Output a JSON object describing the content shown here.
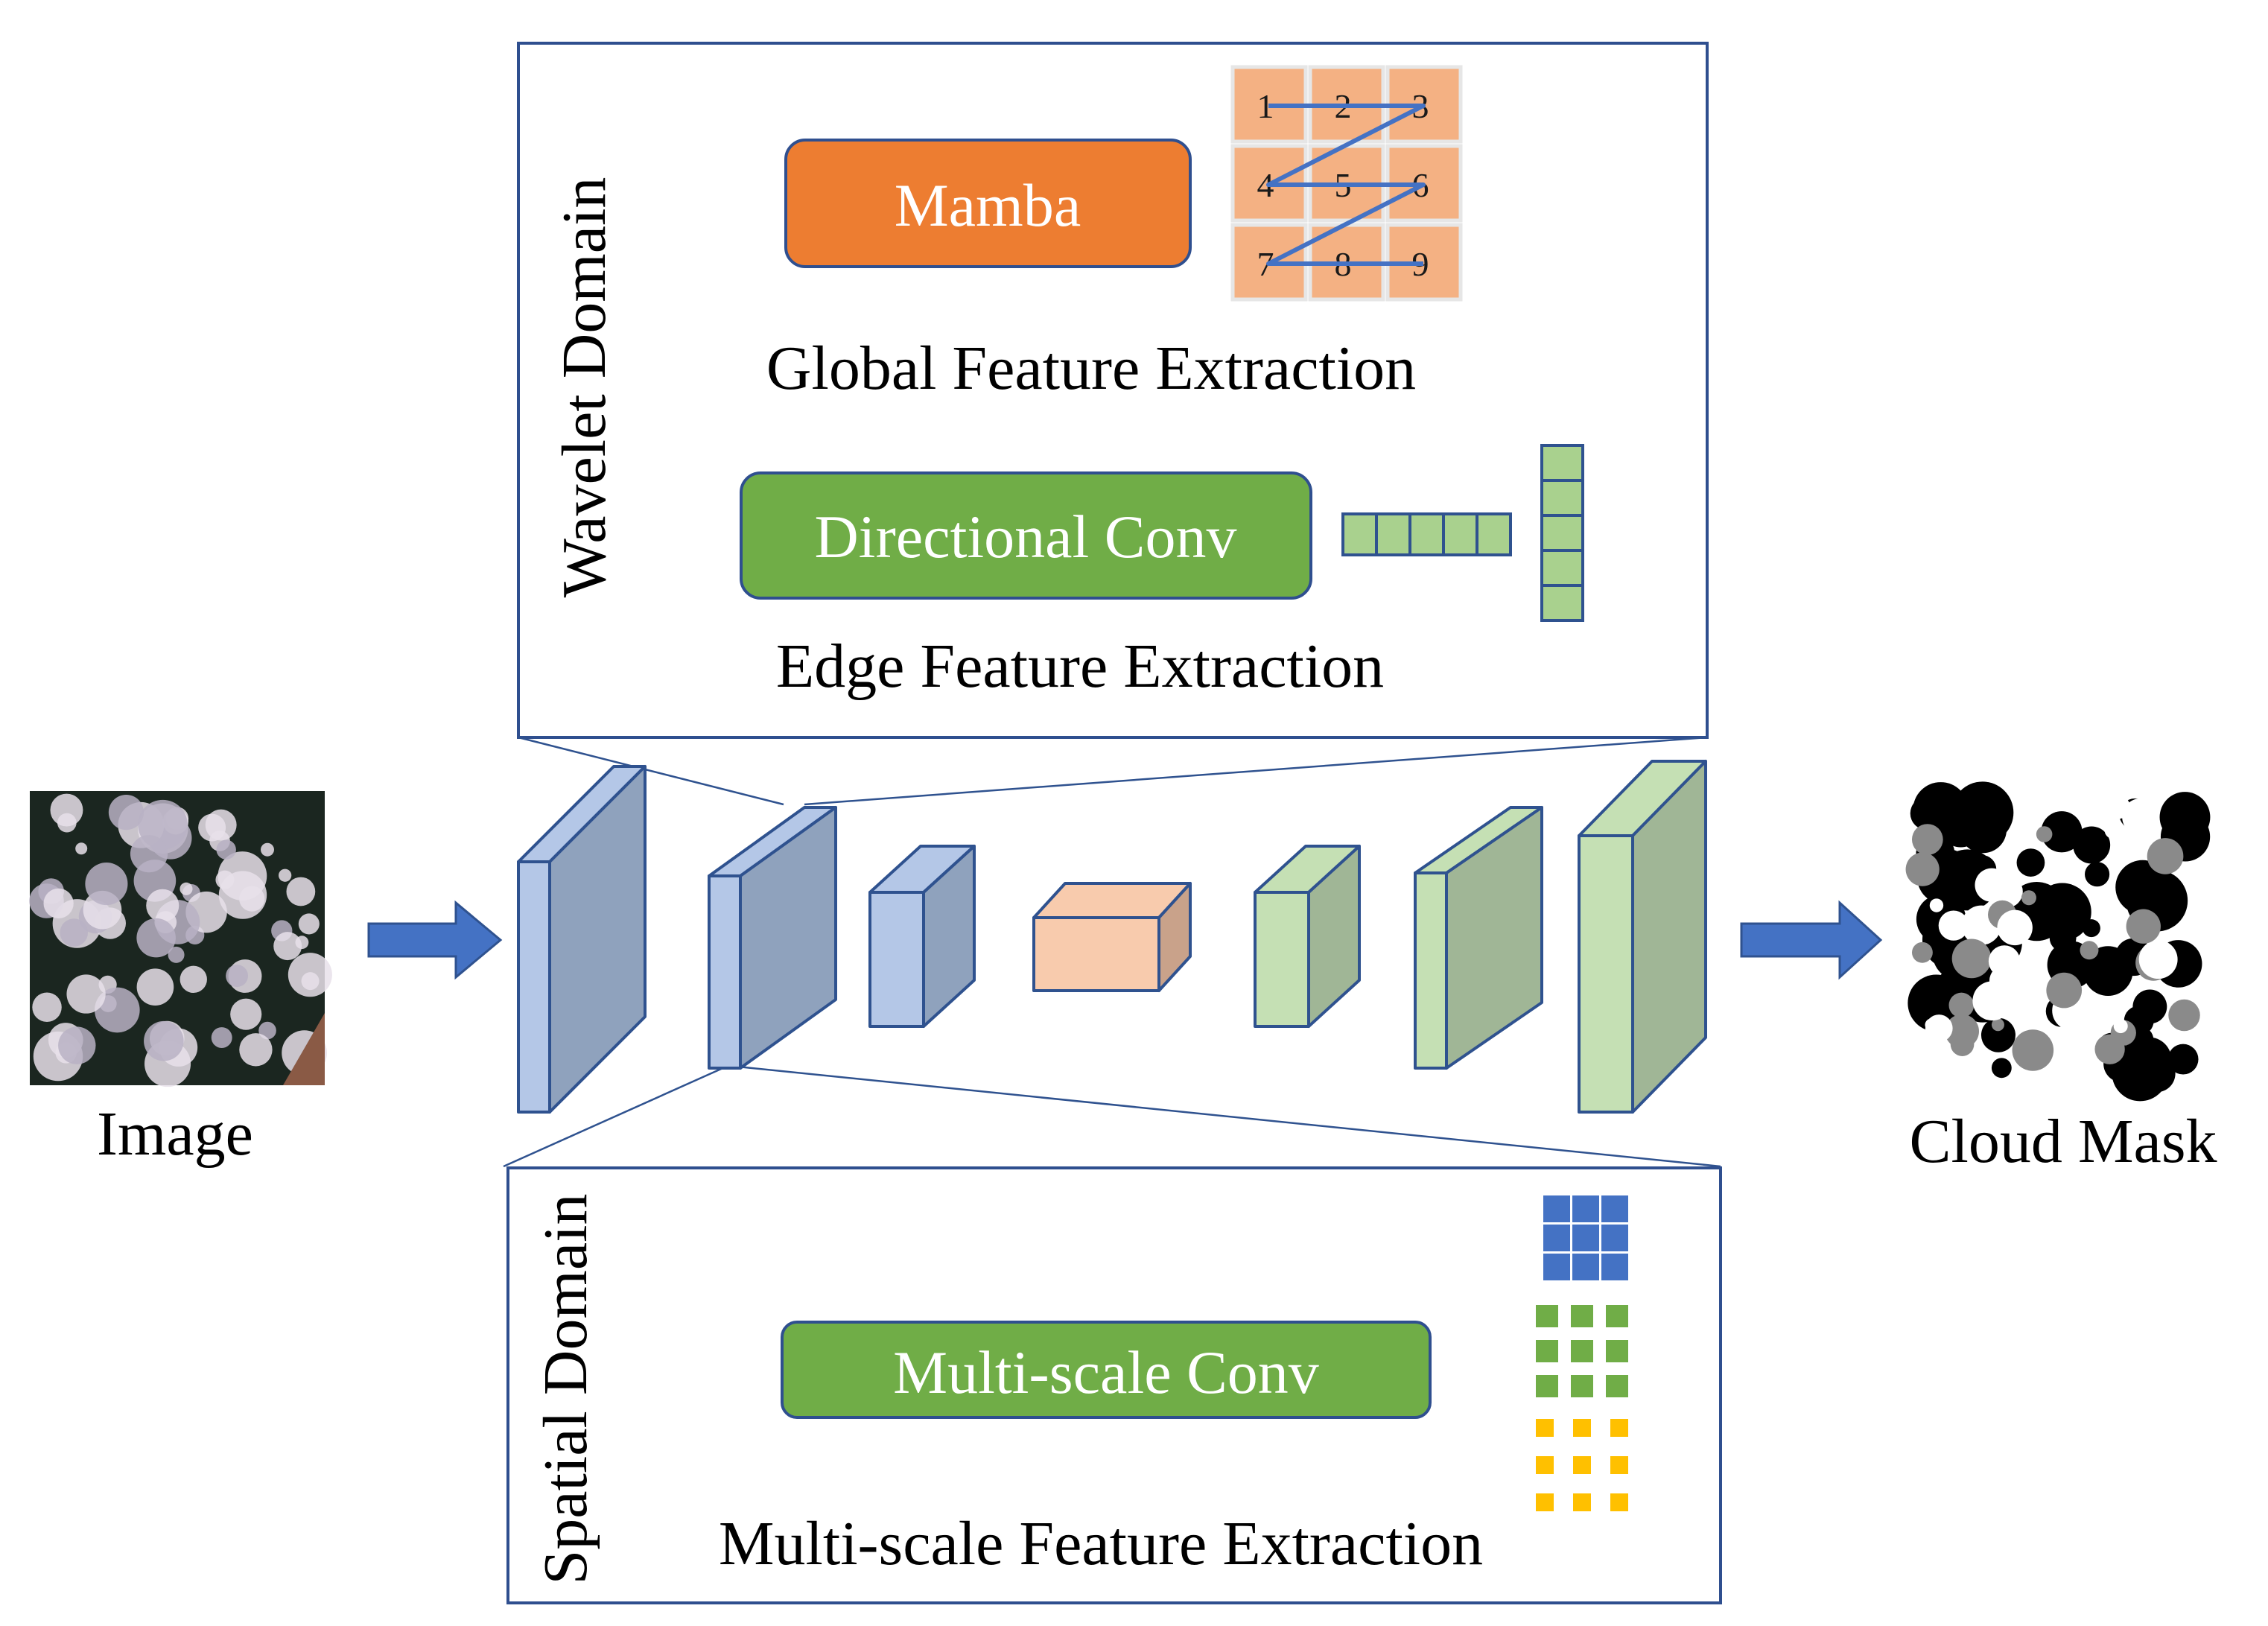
{
  "labels": {
    "input": "Image",
    "output": "Cloud Mask"
  },
  "wavelet_panel": {
    "title": "Wavelet Domain",
    "mamba_label": "Mamba",
    "global_caption": "Global Feature Extraction",
    "directional_label": "Directional Conv",
    "edge_caption": "Edge Feature Extraction",
    "scan_order": [
      "1",
      "2",
      "3",
      "4",
      "5",
      "6",
      "7",
      "8",
      "9"
    ]
  },
  "spatial_panel": {
    "title": "Spatial Domain",
    "multiscale_label": "Multi-scale Conv",
    "multiscale_caption": "Multi-scale Feature Extraction"
  },
  "colors": {
    "panel_border": "#2f4f8f",
    "mamba": "#ed7d31",
    "conv_green": "#70ad47",
    "encoder_front": "#b4c7e7",
    "encoder_side": "#8fa2bd",
    "bottleneck_front": "#f8cbad",
    "bottleneck_side": "#c9a28a",
    "decoder_front": "#c5e0b4",
    "decoder_side": "#a0b696",
    "arrow": "#4472c4",
    "grid_cell": "#f4b183",
    "kernel_blue": "#4472c4",
    "kernel_green": "#70ad47",
    "kernel_yellow": "#ffc000"
  }
}
